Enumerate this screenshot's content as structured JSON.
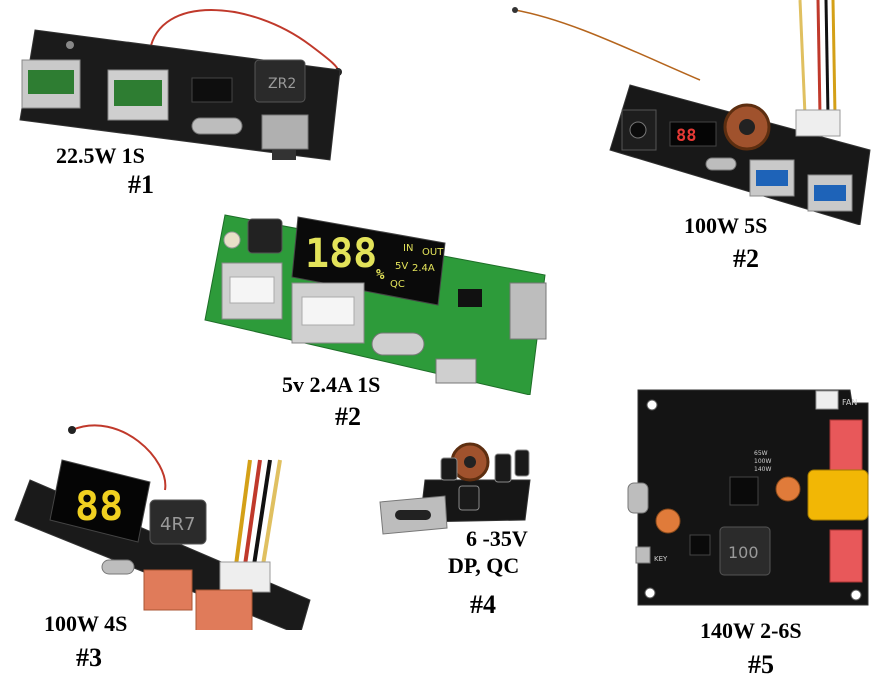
{
  "boards": [
    {
      "id": "board-1",
      "spec": "22.5W   1S",
      "number": "#1",
      "pcb_color": "#1b1b1b",
      "silk": [
        "ZR2"
      ]
    },
    {
      "id": "board-2-large",
      "spec": "100W  5S",
      "number": "#2",
      "pcb_color": "#181818",
      "silk": [
        "88"
      ]
    },
    {
      "id": "board-2-green",
      "spec": "5v  2.4A  1S",
      "number": "#2",
      "pcb_color": "#2d9b3a",
      "display": {
        "digits": "188",
        "percent": "%",
        "in": "IN",
        "out": "OUT",
        "volt": "5V",
        "amp": "2.4A",
        "qc": "QC"
      }
    },
    {
      "id": "board-3",
      "spec": "100W  4S",
      "number": "#3",
      "pcb_color": "#1a1a1a",
      "silk": [
        "4R7",
        "88"
      ]
    },
    {
      "id": "board-4",
      "spec": "6 -35V",
      "spec2": "DP, QC",
      "number": "#4",
      "pcb_color": "#161616"
    },
    {
      "id": "board-5",
      "spec": "140W  2-6S",
      "number": "#5",
      "pcb_color": "#141414",
      "silk": [
        "100",
        "FAN",
        "65W",
        "100W",
        "140W",
        "KEY"
      ]
    }
  ]
}
